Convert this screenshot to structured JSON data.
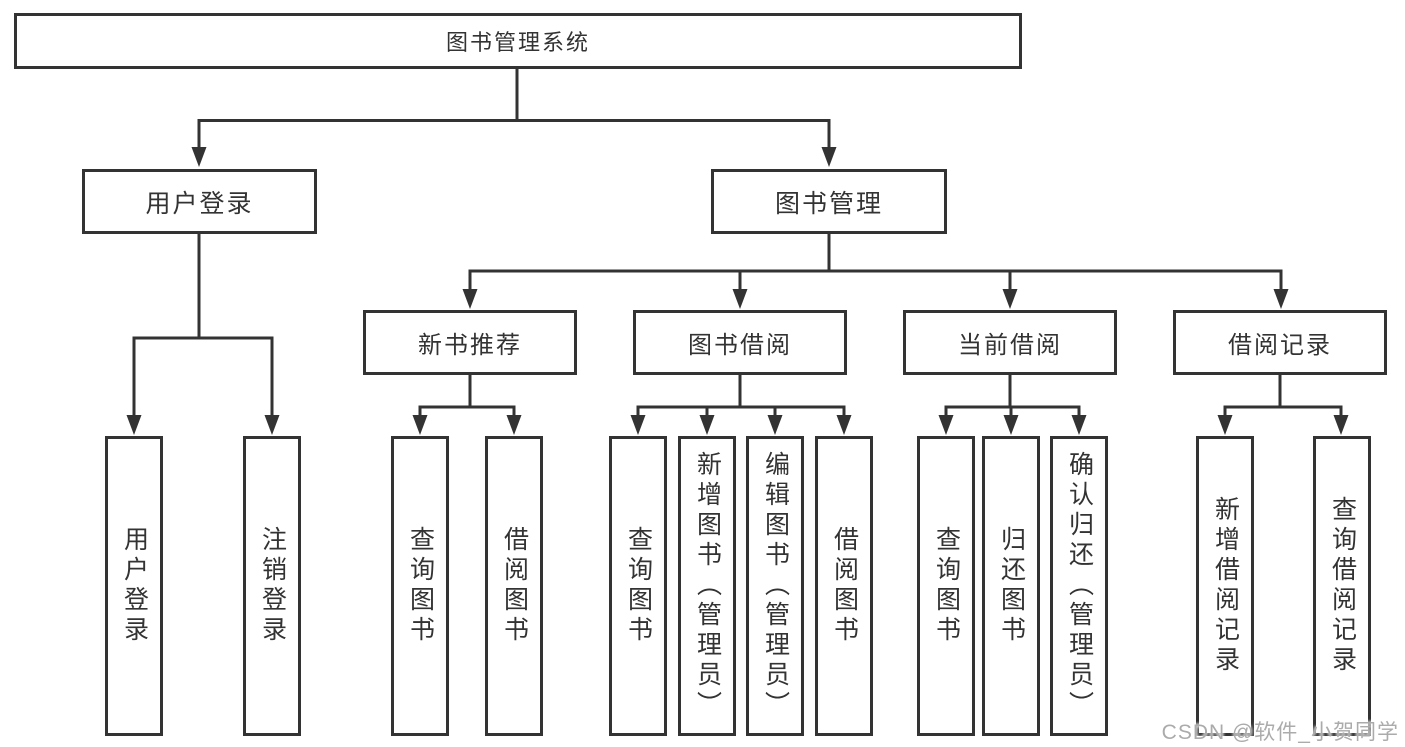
{
  "diagram": {
    "title": "图书管理系统",
    "level2": {
      "user_login": "用户登录",
      "book_mgmt": "图书管理"
    },
    "level3": {
      "new_book_rec": "新书推荐",
      "book_borrow": "图书借阅",
      "current_borrow": "当前借阅",
      "borrow_records": "借阅记录"
    },
    "leaves": {
      "user_login": "用户登录",
      "logout": "注销登录",
      "rec_query_books": "查询图书",
      "rec_borrow_books": "借阅图书",
      "borrow_query_books": "查询图书",
      "borrow_add_books": "新增图书（管理员）",
      "borrow_edit_books": "编辑图书（管理员）",
      "borrow_borrow_books": "借阅图书",
      "current_query_books": "查询图书",
      "current_return_books": "归还图书",
      "current_confirm_return": "确认归还（管理员）",
      "records_add_record": "新增借阅记录",
      "records_query_record": "查询借阅记录"
    },
    "watermark": "CSDN @软件_小贺同学",
    "colors": {
      "line": "#333333",
      "box_border": "#333333",
      "text": "#333333",
      "background": "#ffffff",
      "watermark": "#ababab"
    }
  }
}
